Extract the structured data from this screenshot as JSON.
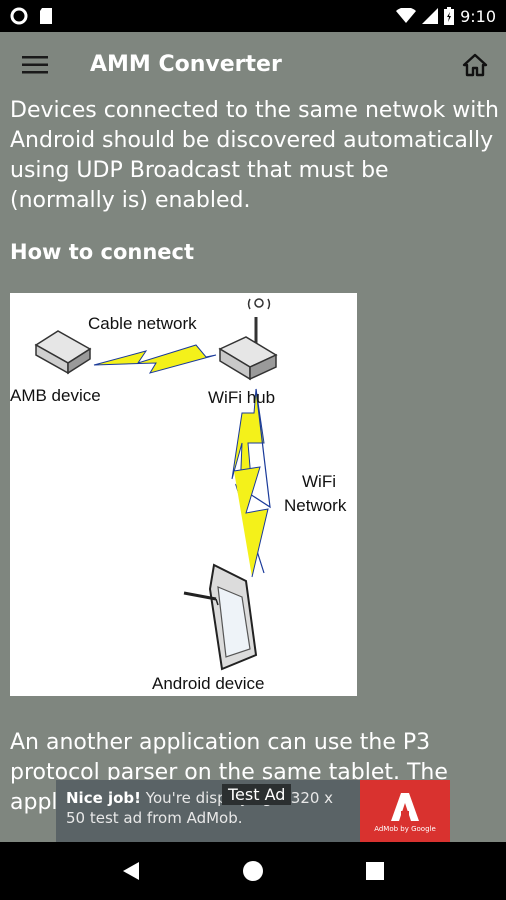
{
  "status_bar": {
    "time": "9:10",
    "icons": [
      "circle-notification-icon",
      "sd-card-icon",
      "wifi-icon",
      "signal-icon",
      "battery-charging-icon"
    ]
  },
  "appbar": {
    "title": "AMM Converter",
    "icons": [
      "menu-icon",
      "home-icon"
    ]
  },
  "content": {
    "intro": "Devices connected to the same netwok with Android should be discovered automatically using UDP Broadcast that must be (normally is) enabled.",
    "heading": "How to connect",
    "diagram": {
      "cable_label": "Cable network",
      "amb_label": "AMB device",
      "hub_label": "WiFi hub",
      "wifi_label_1": "WiFi",
      "wifi_label_2": "Network",
      "android_label": "Android device"
    },
    "para2": "An another application can use the P3 protocol parser on the same tablet. The appl                                   be invo"
  },
  "ad": {
    "bold": "Nice job!",
    "text": " You're displaying a 320 x 50 test ad from AdMob.",
    "badge": "Test Ad",
    "logo_caption": "AdMob by Google"
  },
  "navbar": {
    "icons": [
      "back-icon",
      "home-circle-icon",
      "recents-icon"
    ]
  }
}
